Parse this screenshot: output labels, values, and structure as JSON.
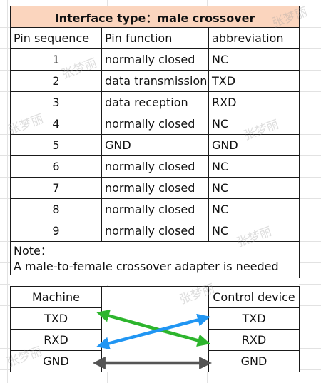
{
  "title": "Interface type：male crossover",
  "headers": [
    "Pin sequence",
    "Pin function",
    "abbreviation"
  ],
  "rows": [
    [
      "1",
      "normally closed",
      "NC"
    ],
    [
      "2",
      "data transmission",
      "TXD"
    ],
    [
      "3",
      "data reception",
      "RXD"
    ],
    [
      "4",
      "normally closed",
      "NC"
    ],
    [
      "5",
      "GND",
      "GND"
    ],
    [
      "6",
      "normally closed",
      "NC"
    ],
    [
      "7",
      "normally closed",
      "NC"
    ],
    [
      "8",
      "normally closed",
      "NC"
    ],
    [
      "9",
      "normally closed",
      "NC"
    ]
  ],
  "note": {
    "label": "Note：",
    "text": "A male-to-female crossover adapter is needed"
  },
  "connection": {
    "left_header": "Machine",
    "right_header": "Control device",
    "left": [
      "TXD",
      "RXD",
      "GND"
    ],
    "right": [
      "TXD",
      "RXD",
      "GND"
    ]
  },
  "watermark_text": "张梦丽",
  "colors": {
    "title_bg": "#fbd5be",
    "arrow_green": "#2db52d",
    "arrow_blue": "#2196f3",
    "arrow_gray": "#555555"
  }
}
